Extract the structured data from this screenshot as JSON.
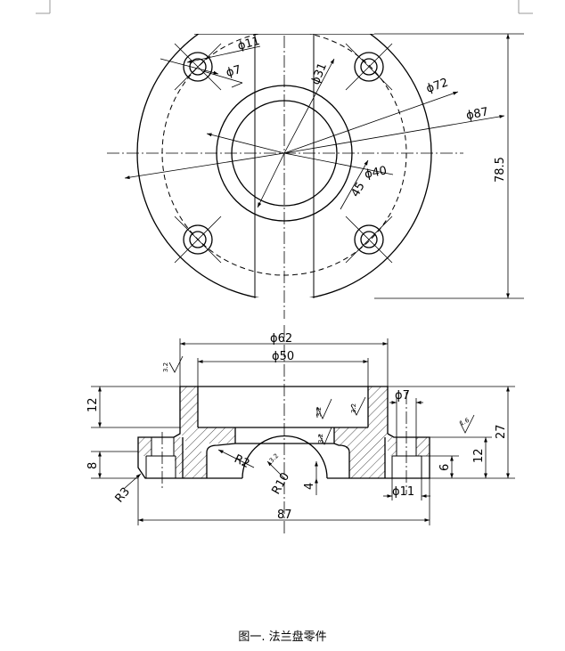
{
  "caption": "图一. 法兰盘零件",
  "top_view": {
    "dims": {
      "d11": "ϕ11",
      "d7": "ϕ7",
      "d31": "ϕ31",
      "d72": "ϕ72",
      "d87": "ϕ87",
      "d40": "ϕ40",
      "angle": "45",
      "height": "78.5"
    }
  },
  "section_view": {
    "dims": {
      "d62": "ϕ62",
      "d50": "ϕ50",
      "d7": "ϕ7",
      "d11": "ϕ11",
      "h12_left": "12",
      "h8": "8",
      "h27": "27",
      "h12_right": "12",
      "h6": "6",
      "h4": "4",
      "w87": "87",
      "r2": "R2",
      "r3": "R3",
      "r10": "R10"
    },
    "roughness": [
      "3.2",
      "3.2",
      "3.2",
      "3.2",
      "1.6",
      "3.2"
    ]
  }
}
